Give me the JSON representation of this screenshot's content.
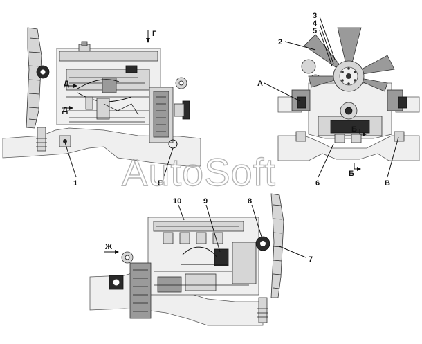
{
  "watermark": "AutoSoft",
  "views": [
    {
      "id": "view-left",
      "callouts": [
        {
          "id": "1",
          "text": "1"
        },
        {
          "id": "d1",
          "text": "Д"
        },
        {
          "id": "d2",
          "text": "Д"
        },
        {
          "id": "g",
          "text": "Г"
        },
        {
          "id": "e",
          "text": "Е"
        }
      ]
    },
    {
      "id": "view-right",
      "callouts": [
        {
          "id": "3",
          "text": "3"
        },
        {
          "id": "4",
          "text": "4"
        },
        {
          "id": "5",
          "text": "5"
        },
        {
          "id": "2",
          "text": "2"
        },
        {
          "id": "a",
          "text": "А"
        },
        {
          "id": "b1",
          "text": "Б"
        },
        {
          "id": "b2",
          "text": "Б"
        },
        {
          "id": "6",
          "text": "6"
        },
        {
          "id": "v",
          "text": "В"
        }
      ]
    },
    {
      "id": "view-bottom",
      "callouts": [
        {
          "id": "10",
          "text": "10"
        },
        {
          "id": "9",
          "text": "9"
        },
        {
          "id": "8",
          "text": "8"
        },
        {
          "id": "7",
          "text": "7"
        },
        {
          "id": "zh",
          "text": "Ж"
        }
      ]
    }
  ]
}
